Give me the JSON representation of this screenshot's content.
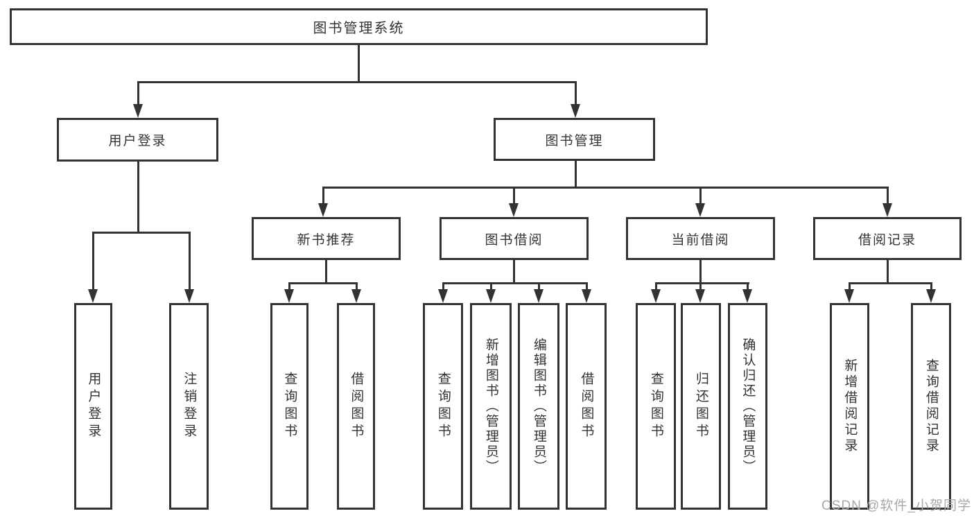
{
  "diagram": {
    "title_node": "图书管理系统",
    "nodes": {
      "root": {
        "label": "图书管理系统"
      },
      "user_login": {
        "label": "用户登录"
      },
      "book_mgmt": {
        "label": "图书管理"
      },
      "new_book_rec": {
        "label": "新书推荐"
      },
      "book_borrow": {
        "label": "图书借阅"
      },
      "current_borrow": {
        "label": "当前借阅"
      },
      "borrow_records": {
        "label": "借阅记录"
      },
      "leaf_user_login": {
        "label": "用户登录"
      },
      "leaf_logout": {
        "label": "注销登录"
      },
      "leaf_nb_query": {
        "label": "查询图书"
      },
      "leaf_nb_borrow": {
        "label": "借阅图书"
      },
      "leaf_bb_query": {
        "label": "查询图书"
      },
      "leaf_bb_add": {
        "label": "新增图书（管理员）"
      },
      "leaf_bb_edit": {
        "label": "编辑图书（管理员）"
      },
      "leaf_bb_borrow": {
        "label": "借阅图书"
      },
      "leaf_cb_query": {
        "label": "查询图书"
      },
      "leaf_cb_return": {
        "label": "归还图书"
      },
      "leaf_cb_confirm": {
        "label": "确认归还（管理员）"
      },
      "leaf_br_add": {
        "label": "新增借阅记录"
      },
      "leaf_br_query": {
        "label": "查询借阅记录"
      }
    },
    "hierarchy": {
      "图书管理系统": {
        "用户登录": [
          "用户登录",
          "注销登录"
        ],
        "图书管理": {
          "新书推荐": [
            "查询图书",
            "借阅图书"
          ],
          "图书借阅": [
            "查询图书",
            "新增图书（管理员）",
            "编辑图书（管理员）",
            "借阅图书"
          ],
          "当前借阅": [
            "查询图书",
            "归还图书",
            "确认归还（管理员）"
          ],
          "借阅记录": [
            "新增借阅记录",
            "查询借阅记录"
          ]
        }
      }
    }
  },
  "watermark": {
    "text": "CSDN @软件_小贺同学"
  },
  "colors": {
    "line": "#333333",
    "text": "#333333",
    "box_background": "#ffffff",
    "page_background": "#ffffff",
    "watermark": "#a8a8a8"
  }
}
